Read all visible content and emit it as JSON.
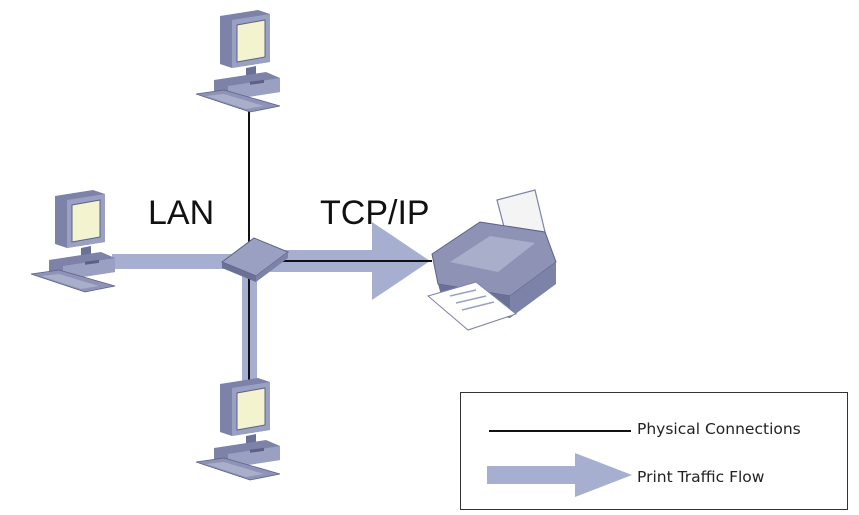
{
  "labels": {
    "lan": "LAN",
    "protocol": "TCP/IP"
  },
  "legend": {
    "physical_connections": "Physical Connections",
    "print_traffic_flow": "Print Traffic Flow"
  },
  "nodes": [
    "computer",
    "computer",
    "computer",
    "network-hub",
    "printer"
  ],
  "colors": {
    "flow": "#a7afd1",
    "line": "#111111",
    "device_body": "#8e93b6",
    "device_dark": "#5c6088",
    "screen": "#f4f3cf"
  }
}
